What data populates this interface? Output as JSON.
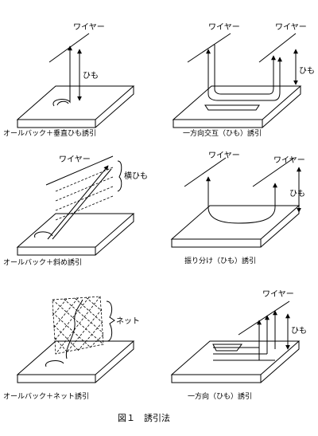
{
  "panels": {
    "p1": {
      "caption": "オールバック＋垂直ひも誘引",
      "wire": "ワイヤー",
      "himo": "ひも"
    },
    "p2": {
      "caption": "一方向交互（ひも）誘引",
      "wire_left": "ワイヤー",
      "wire_right": "ワイヤー",
      "himo": "ひも"
    },
    "p3": {
      "caption": "オールバック＋斜め誘引",
      "wire": "ワイヤー",
      "yoko": "横ひも"
    },
    "p4": {
      "caption": "振り分け（ひも）誘引",
      "wire_left": "ワイヤー",
      "wire_right": "ワイヤー",
      "himo": "ひも"
    },
    "p5": {
      "caption": "オールバック＋ネット誘引",
      "net": "ネット"
    },
    "p6": {
      "caption": "一方向（ひも）誘引",
      "wire": "ワイヤー",
      "himo": "ひも"
    }
  },
  "figure_title": "図１　誘引法"
}
